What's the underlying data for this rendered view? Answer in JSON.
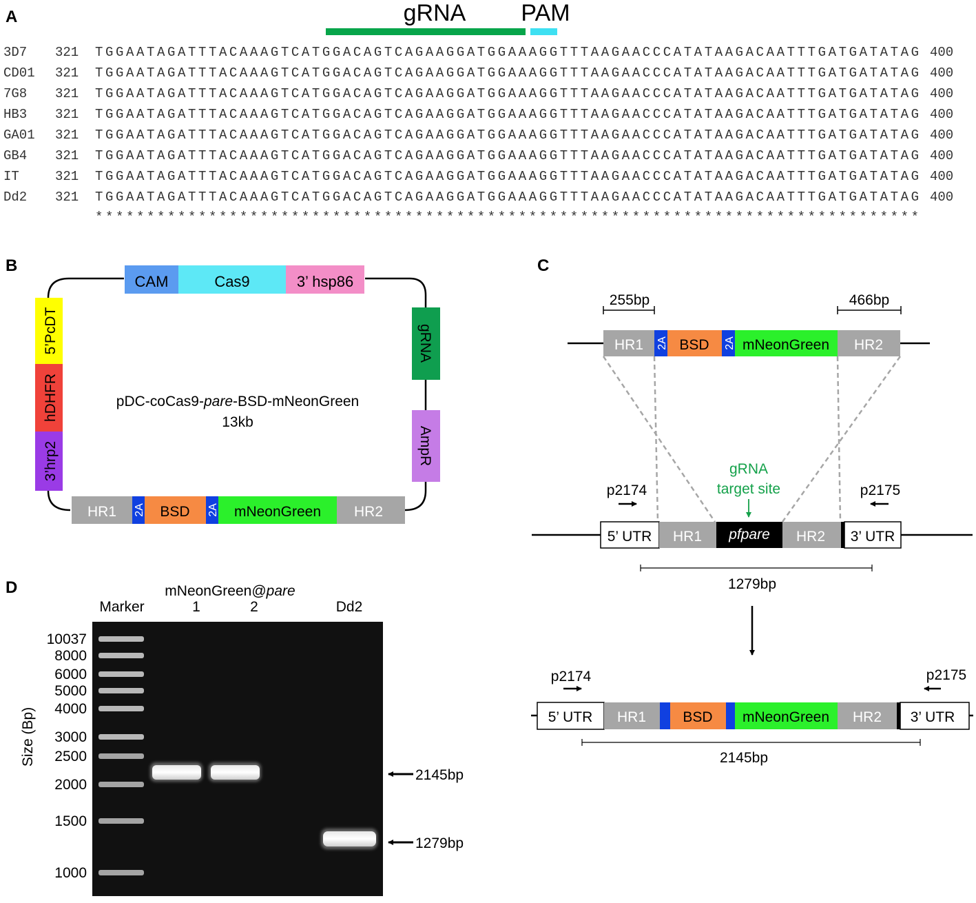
{
  "panel_a": {
    "label": "A",
    "grna_label": "gRNA",
    "pam_label": "PAM",
    "colors": {
      "grna": "#07a54a",
      "pam": "#3ee0f2"
    },
    "rows": [
      {
        "strain": "3D7",
        "start": "321",
        "seq": "TGGAATAGATTTACAAAGTCATGGACAGTCAGAAGGATGGAAAGGTTTAAGAACCCATATAAGACAATTTGATGATATAG",
        "end": "400"
      },
      {
        "strain": "CD01",
        "start": "321",
        "seq": "TGGAATAGATTTACAAAGTCATGGACAGTCAGAAGGATGGAAAGGTTTAAGAACCCATATAAGACAATTTGATGATATAG",
        "end": "400"
      },
      {
        "strain": "7G8",
        "start": "321",
        "seq": "TGGAATAGATTTACAAAGTCATGGACAGTCAGAAGGATGGAAAGGTTTAAGAACCCATATAAGACAATTTGATGATATAG",
        "end": "400"
      },
      {
        "strain": "HB3",
        "start": "321",
        "seq": "TGGAATAGATTTACAAAGTCATGGACAGTCAGAAGGATGGAAAGGTTTAAGAACCCATATAAGACAATTTGATGATATAG",
        "end": "400"
      },
      {
        "strain": "GA01",
        "start": "321",
        "seq": "TGGAATAGATTTACAAAGTCATGGACAGTCAGAAGGATGGAAAGGTTTAAGAACCCATATAAGACAATTTGATGATATAG",
        "end": "400"
      },
      {
        "strain": "GB4",
        "start": "321",
        "seq": "TGGAATAGATTTACAAAGTCATGGACAGTCAGAAGGATGGAAAGGTTTAAGAACCCATATAAGACAATTTGATGATATAG",
        "end": "400"
      },
      {
        "strain": "IT",
        "start": "321",
        "seq": "TGGAATAGATTTACAAAGTCATGGACAGTCAGAAGGATGGAAAGGTTTAAGAACCCATATAAGACAATTTGATGATATAG",
        "end": "400"
      },
      {
        "strain": "Dd2",
        "start": "321",
        "seq": "TGGAATAGATTTACAAAGTCATGGACAGTCAGAAGGATGGAAAGGTTTAAGAACCCATATAAGACAATTTGATGATATAG",
        "end": "400"
      }
    ],
    "consensus": "********************************************************************************"
  },
  "panel_b": {
    "label": "B",
    "plasmid_name_1": "pDC-coCas9-",
    "plasmid_name_italic": "pare",
    "plasmid_name_2": "-BSD-mNeonGreen",
    "plasmid_size": "13kb",
    "top_blocks": [
      {
        "label": "CAM",
        "color": "#5b9bf0"
      },
      {
        "label": "Cas9",
        "color": "#5de8f6"
      },
      {
        "label": "3’ hsp86",
        "color": "#f38ec7"
      }
    ],
    "left_blocks": [
      {
        "label": "5’PcDT",
        "color": "#ffff00"
      },
      {
        "label": "hDHFR",
        "color": "#f0423a"
      },
      {
        "label": "3’hrp2",
        "color": "#9a3be6"
      }
    ],
    "right_blocks": [
      {
        "label": "gRNA",
        "color": "#0f9e4f"
      },
      {
        "label": "AmpR",
        "color": "#c57ce6"
      }
    ],
    "bottom_blocks": [
      {
        "label": "HR1",
        "color": "#a6a6a6"
      },
      {
        "label": "2A",
        "color": "#1040e0"
      },
      {
        "label": "BSD",
        "color": "#f68a43"
      },
      {
        "label": "2A",
        "color": "#1040e0"
      },
      {
        "label": "mNeonGreen",
        "color": "#2bf02b"
      },
      {
        "label": "HR2",
        "color": "#a6a6a6"
      }
    ]
  },
  "panel_c": {
    "label": "C",
    "hr1_len": "255bp",
    "hr2_len": "466bp",
    "donor_blocks": [
      "HR1",
      "2A",
      "BSD",
      "2A",
      "mNeonGreen",
      "HR2"
    ],
    "grna_site_1": "gRNA",
    "grna_site_2": "target site",
    "primer_fwd": "p2174",
    "primer_rev": "p2175",
    "locus_blocks": [
      "5’ UTR",
      "HR1",
      "pfpare",
      "HR2",
      "3’ UTR"
    ],
    "locus_len": "1279bp",
    "edited_blocks": [
      "5’ UTR",
      "HR1",
      "BSD",
      "mNeonGreen",
      "HR2",
      "3’ UTR"
    ],
    "edited_len": "2145bp"
  },
  "panel_d": {
    "label": "D",
    "lane_header_1": "mNeonGreen@",
    "lane_header_italic": "pare",
    "lanes": [
      "Marker",
      "1",
      "2",
      "Dd2"
    ],
    "y_axis_label": "Size (Bp)",
    "ladder": [
      "10037",
      "8000",
      "6000",
      "5000",
      "4000",
      "3000",
      "2500",
      "2000",
      "1500",
      "1000"
    ],
    "band_labels": [
      "2145bp",
      "1279bp"
    ]
  }
}
